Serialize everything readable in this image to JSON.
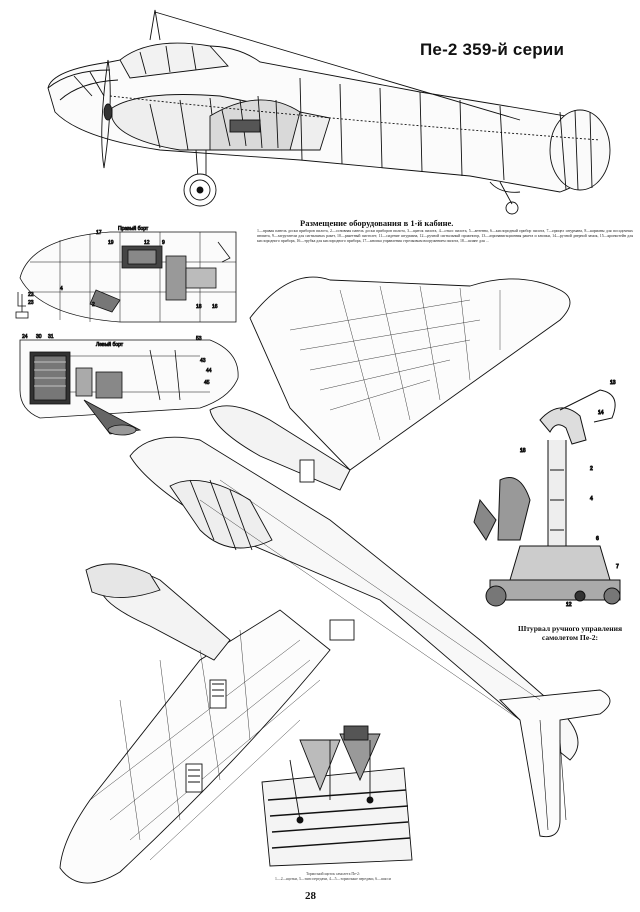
{
  "page": {
    "title": "Пе-2 359-й серии",
    "equipment_heading": "Размещение оборудования в 1-й кабине.",
    "equipment_legend": "1—правая панель доски приборов пилота, 2—основная панель доски приборов пилота, 3—щиток пилота, 4—откос пилота, 5—антенна, 6—кислородный прибор пилота, 7—прицел штурмана, 8—карманы для посадочных пюпита, 9—загрузатели для сигнальных ракет, 10—ракетный пистолет, 11—сидение штурмана, 12—ручной сигнальный прожектор, 13—аэронавигационная ракета и кнопки, 14—ручной дверной замок, 15—кронштейн для кислородного прибора, 16—трубка для кислородного прибора, 17—кнопка управления стрелковым вооружением пилота, 18—шланг для ...",
    "caption_right": "Штурвал ручного управления самолетом Пе-2:",
    "caption_bottom": "Тормозной щиток самолета Пе-2:\n1—2—щитки, 3—тяги передачи, 4—5—тормозные передачи, 6—шасси",
    "page_number": "28",
    "inset_label_top": "Правый борт",
    "inset_label_mid": "Левый борт"
  }
}
